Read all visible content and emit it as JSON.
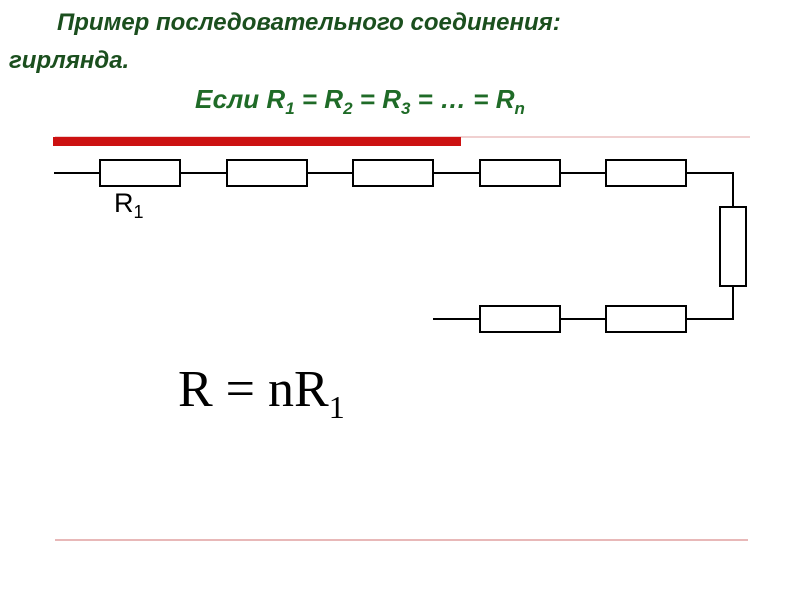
{
  "title": {
    "line1": "Пример последовательного соединения:",
    "line2": "гирлянда."
  },
  "condition": {
    "prefix": "Если ",
    "terms": [
      {
        "base": "R",
        "sub": "1",
        "after": " = "
      },
      {
        "base": "R",
        "sub": "2",
        "after": " = "
      },
      {
        "base": "R",
        "sub": "3",
        "after": " = … = "
      },
      {
        "base": "R",
        "sub": "n",
        "after": ""
      }
    ]
  },
  "resistor_label": {
    "base": "R",
    "sub": "1"
  },
  "formula": {
    "text": "R = nR",
    "sub": "1"
  },
  "colors": {
    "title": "#1b4f1e",
    "condition": "#1f6b27",
    "accent_bar": "#cc1111",
    "rule_lines": "#e0a0a0",
    "wire": "#000000"
  },
  "diagram": {
    "resistor_count": 8
  }
}
